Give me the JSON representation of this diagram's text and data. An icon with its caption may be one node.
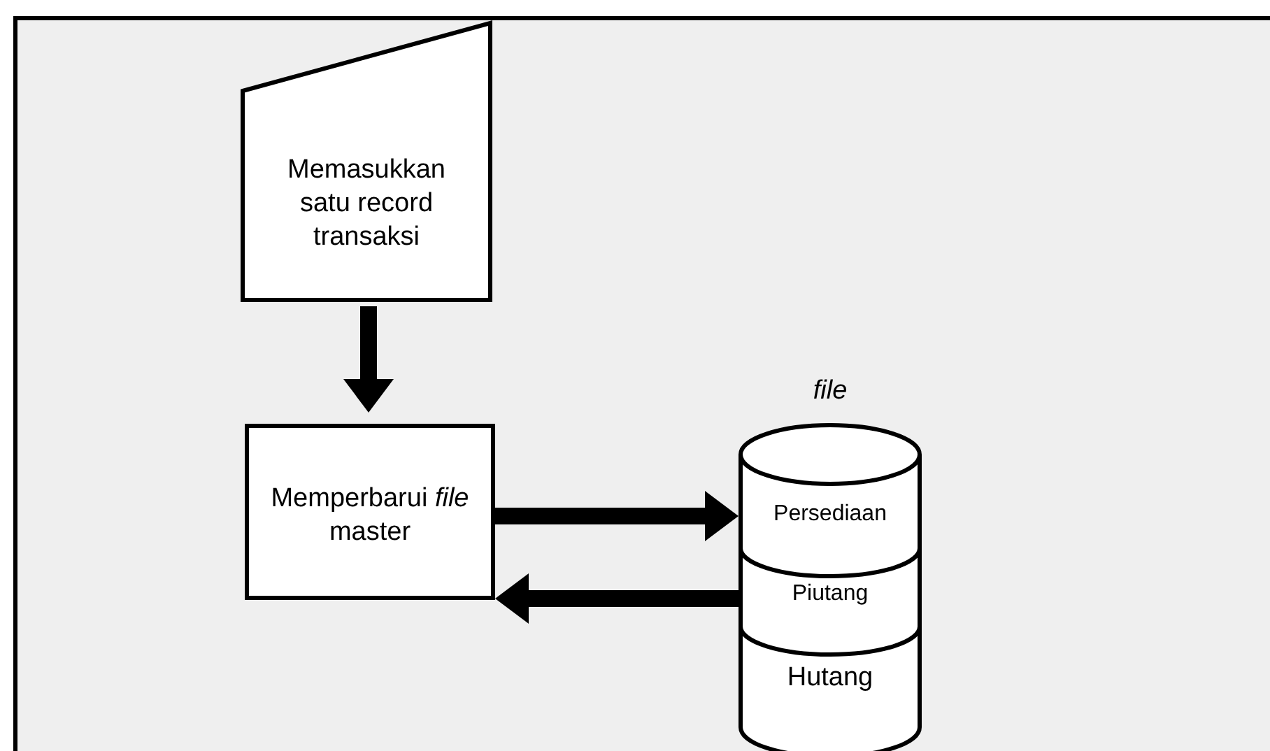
{
  "diagram": {
    "nodes": [
      {
        "text": [
          "Memasukkan satu record transaksi"
        ]
      },
      {
        "text": [
          "Memperbarui *file* master"
        ]
      },
      {
        "text": [
          "file"
        ]
      },
      {
        "text": [
          "Persediaan"
        ],
        "in": 2
      },
      {
        "text": [
          "Piutang"
        ],
        "in": 2
      },
      {
        "text": [
          "Hutang"
        ],
        "in": 2
      }
    ],
    "edges": [
      {
        "from": 0,
        "to": 1,
        "arrow": "to"
      },
      {
        "from": 1,
        "to": 3,
        "arrow": "to"
      },
      {
        "from": 4,
        "to": 1,
        "arrow": "to"
      }
    ]
  }
}
